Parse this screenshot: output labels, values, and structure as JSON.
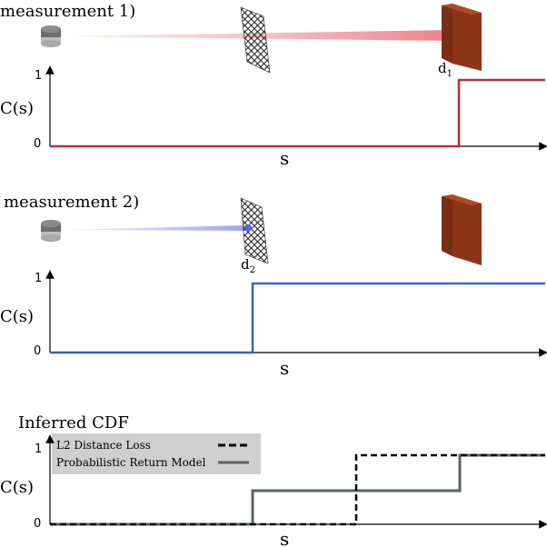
{
  "panels": [
    {
      "title": "measurement 1)",
      "marker_label": "d",
      "marker_sub": "1",
      "ylabel": "C(s)",
      "ytick_top": "1",
      "ytick_bottom": "0",
      "xlabel": "s",
      "line_color": "#b8313a",
      "beam_color": "#f28b93",
      "dot_color": "#e8262e"
    },
    {
      "title": "measurement 2)",
      "marker_label": "d",
      "marker_sub": "2",
      "ylabel": "C(s)",
      "ytick_top": "1",
      "ytick_bottom": "0",
      "xlabel": "s",
      "line_color": "#3665b8",
      "beam_color": "#a7a9f0",
      "dot_color": "#5a5ff0"
    },
    {
      "title": "Inferred CDF",
      "ylabel": "C(s)",
      "ytick_top": "1",
      "ytick_bottom": "0",
      "xlabel": "s",
      "legend": [
        {
          "label": "L2 Distance Loss",
          "style": "dashed"
        },
        {
          "label": "Probabilistic Return Model",
          "style": "solid"
        }
      ],
      "legend_bg": "#cfcfcf",
      "dashed_color": "#000000",
      "solid_color": "#5e6068"
    }
  ]
}
